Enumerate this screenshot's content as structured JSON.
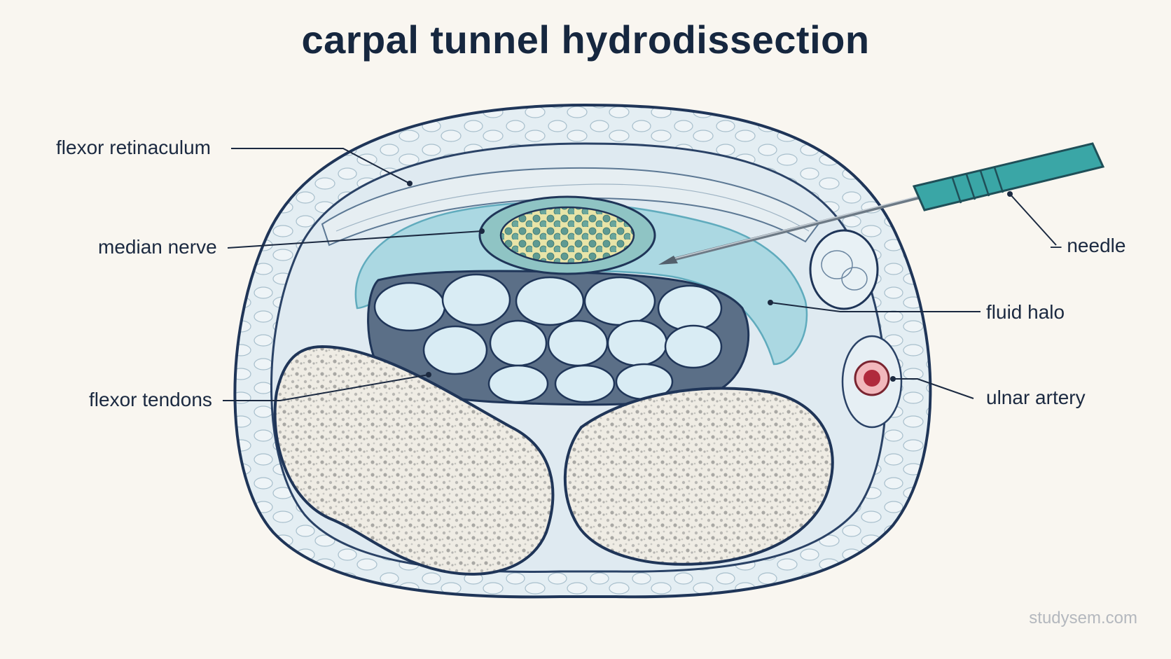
{
  "title": "carpal tunnel hydrodissection",
  "labels": {
    "flexor_retinaculum": "flexor retinaculum",
    "median_nerve": "median nerve",
    "flexor_tendons": "flexor tendons",
    "needle": "needle",
    "fluid_halo": "fluid halo",
    "ulnar_artery": "ulnar artery"
  },
  "watermark": "studysem.com",
  "colors": {
    "background": "#f9f6f0",
    "outline": "#1f3558",
    "fluid": "#a9d8e2",
    "tendon": "#d9ecf4",
    "nerve_fascicle": "#5f9a92",
    "needle_hub": "#3aa6a6",
    "artery": "#c0394a",
    "bone": "#efece4"
  }
}
